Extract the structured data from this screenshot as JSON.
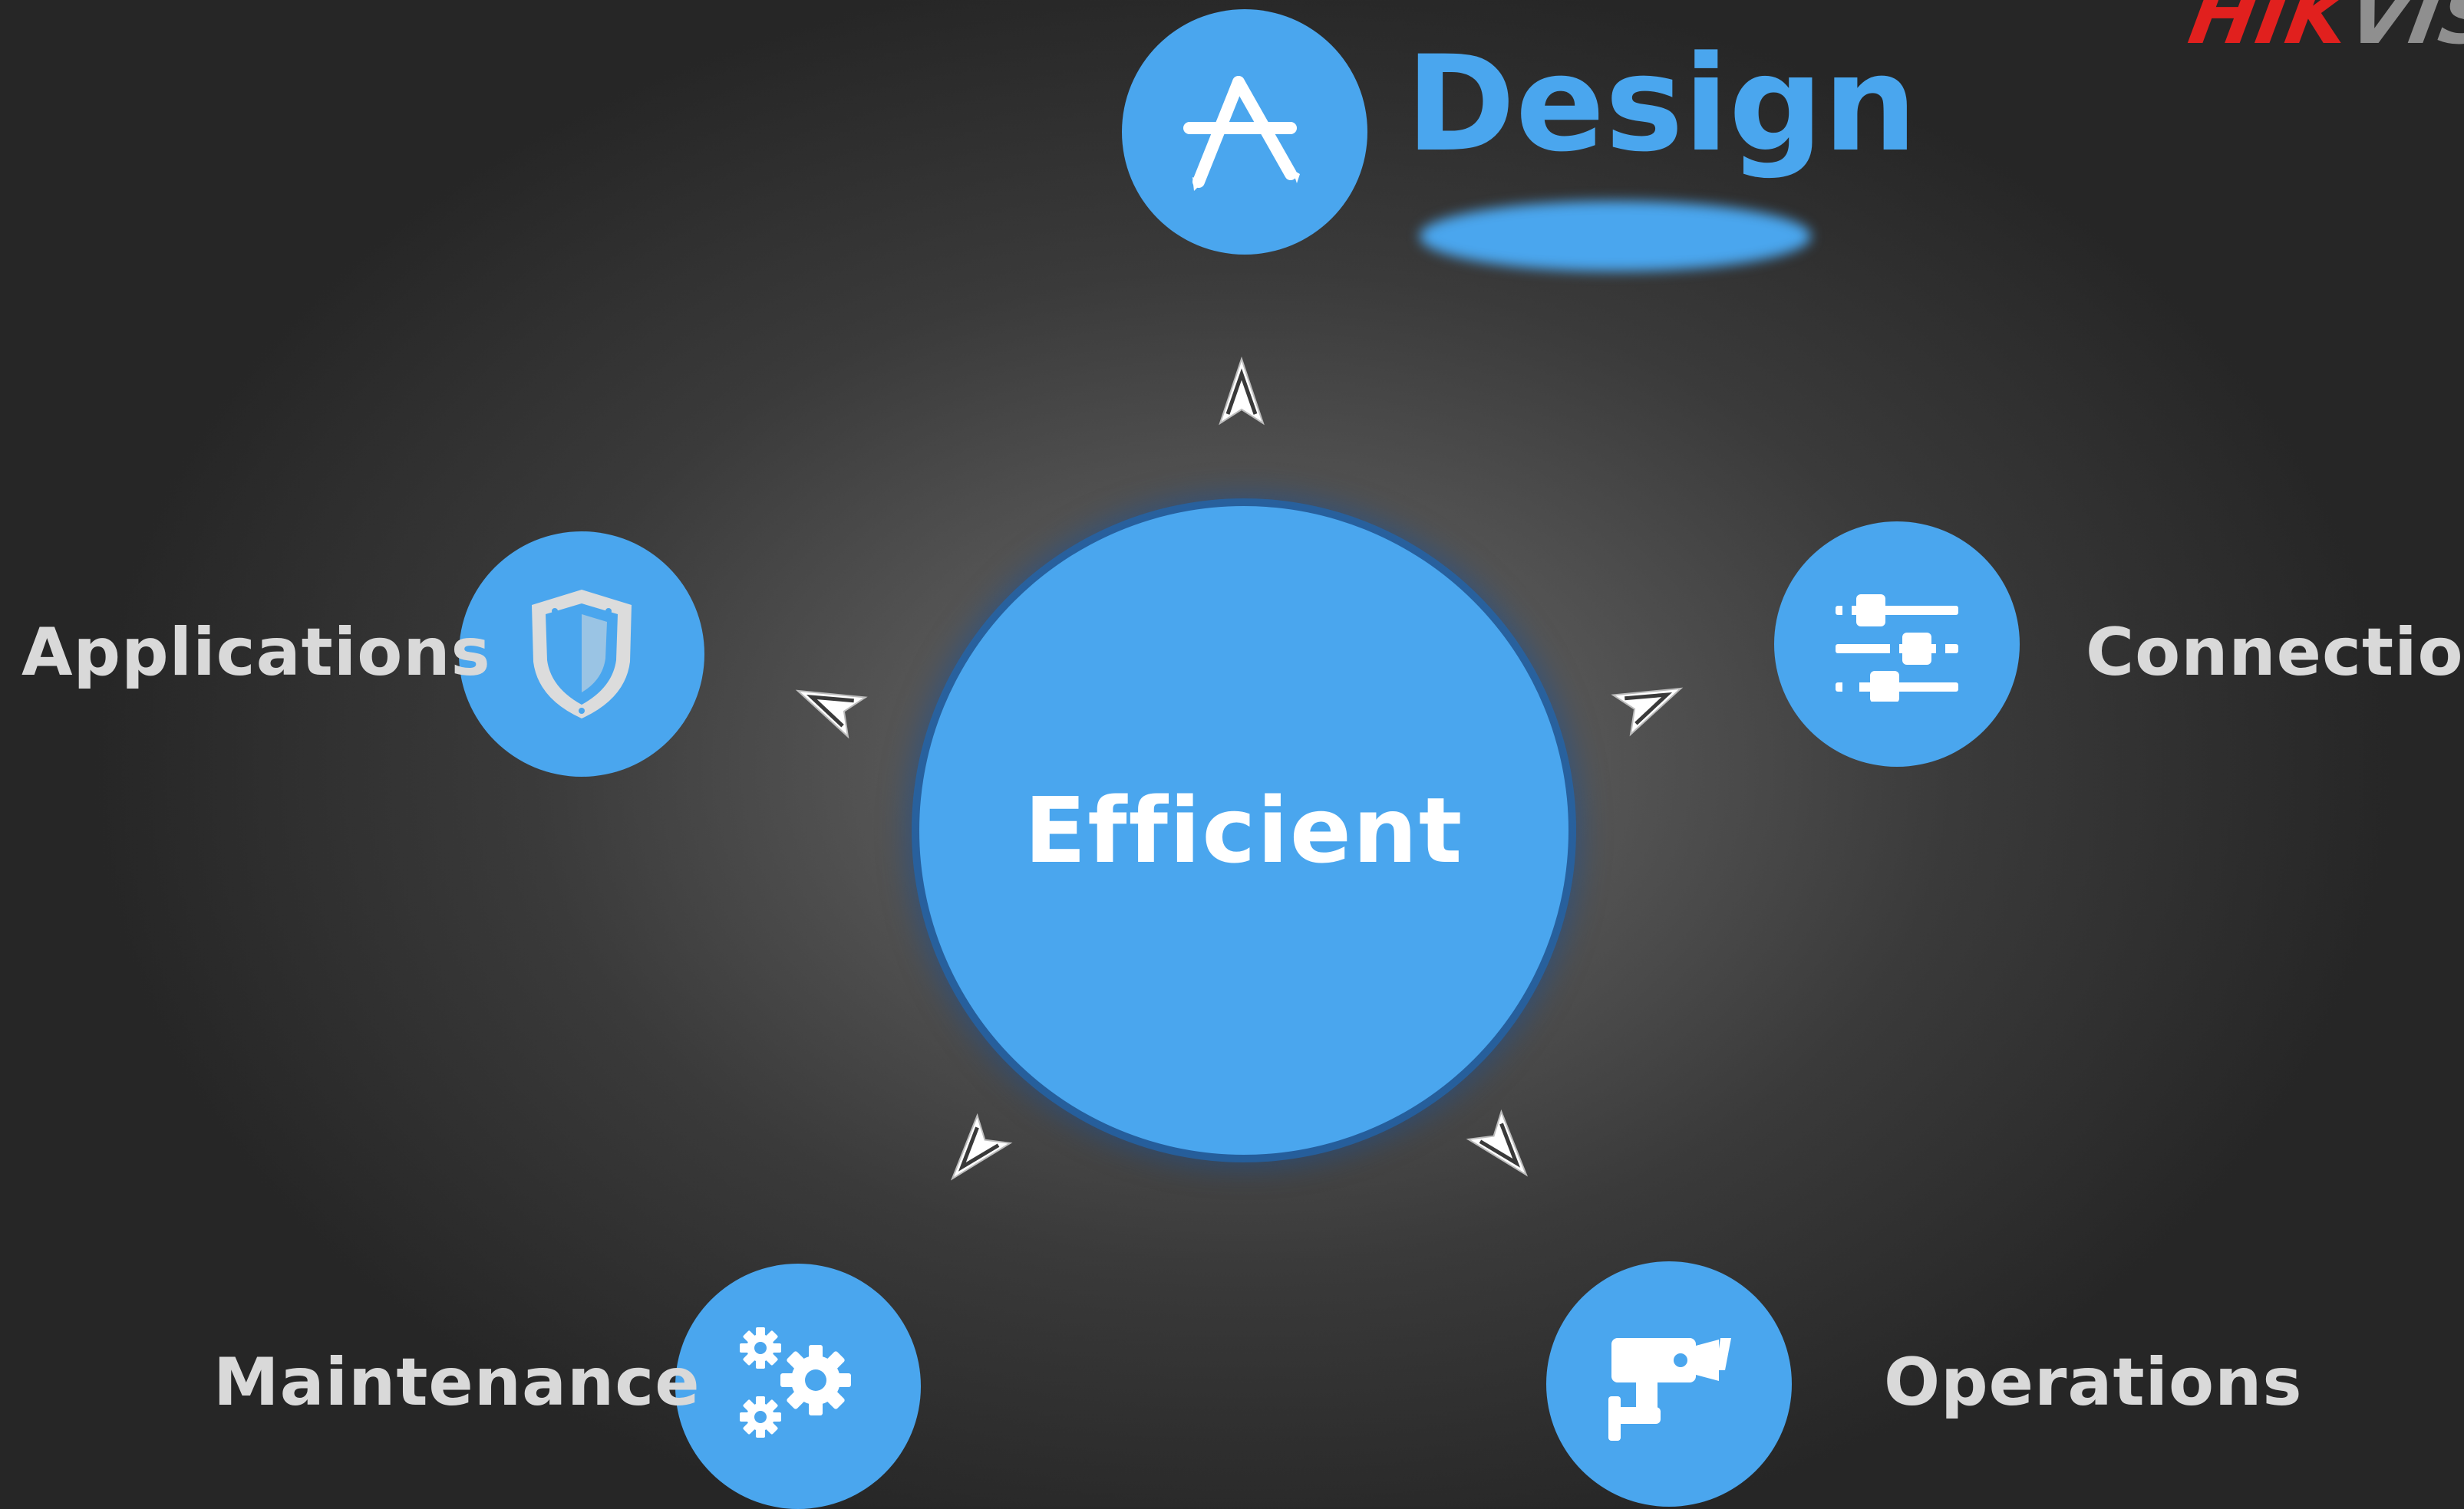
{
  "brand": {
    "part1": "HIK",
    "part2": "VIS"
  },
  "hub": {
    "label": "Efficient"
  },
  "nodes": {
    "design": {
      "label": "Design",
      "icon": "app-store-icon"
    },
    "connection": {
      "label": "Connection",
      "icon": "sliders-icon"
    },
    "operations": {
      "label": "Operations",
      "icon": "security-camera-icon"
    },
    "maintenance": {
      "label": "Maintenance",
      "icon": "gears-icon"
    },
    "applications": {
      "label": "Applications",
      "icon": "shield-icon"
    }
  },
  "colors": {
    "accent": "#4aa6ee",
    "label_text": "#d9d9d9",
    "hub_text": "#ffffff",
    "brand_red": "#e1201e",
    "brand_gray": "#8f8f8f"
  }
}
